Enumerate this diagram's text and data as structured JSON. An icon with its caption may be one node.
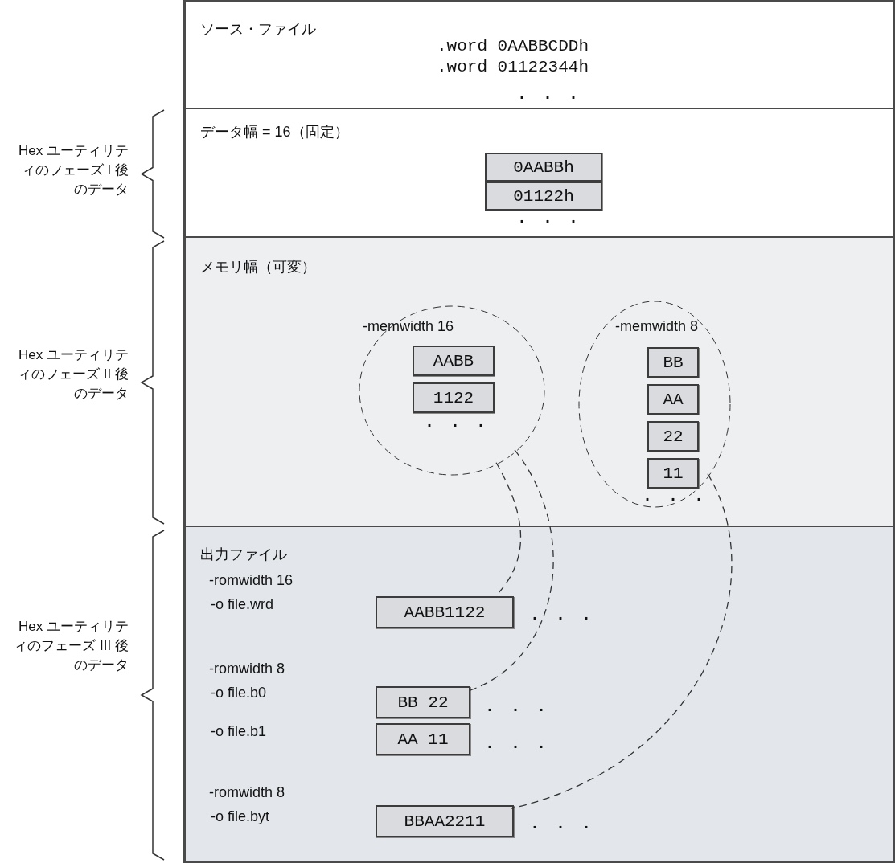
{
  "diagram": {
    "nodes": [
      {
        "text": [
          "ソース・ファイル",
          ".word 0AABBCDDh",
          ".word 01122344h",
          ". . ."
        ]
      },
      {
        "text": [
          "データ幅 = 16（固定）",
          ". . ."
        ]
      },
      {
        "text": [
          "0AABBh"
        ],
        "in": 1
      },
      {
        "text": [
          "01122h"
        ],
        "in": 1
      },
      {
        "text": [
          "メモリ幅（可変）"
        ]
      },
      {
        "text": [
          "-memwidth 16",
          ". . ."
        ],
        "in": 4
      },
      {
        "text": [
          "AABB"
        ],
        "in": 5
      },
      {
        "text": [
          "1122"
        ],
        "in": 5
      },
      {
        "text": [
          "-memwidth 8",
          ". . ."
        ],
        "in": 4
      },
      {
        "text": [
          "BB"
        ],
        "in": 8
      },
      {
        "text": [
          "AA"
        ],
        "in": 8
      },
      {
        "text": [
          "22"
        ],
        "in": 8
      },
      {
        "text": [
          "11"
        ],
        "in": 8
      },
      {
        "text": [
          "出力ファイル"
        ]
      },
      {
        "text": [
          "AABB1122"
        ],
        "in": 13,
        "beside": [
          ". . ."
        ]
      },
      {
        "text": [
          "BB 22"
        ],
        "in": 13,
        "beside": [
          ". . ."
        ]
      },
      {
        "text": [
          "AA 11"
        ],
        "in": 13,
        "beside": [
          ". . ."
        ]
      },
      {
        "text": [
          "BBAA2211"
        ],
        "in": 13,
        "beside": [
          ". . ."
        ]
      }
    ],
    "edges": [
      {
        "from": 5,
        "to": 14,
        "arrow": "none",
        "style": "dashed"
      },
      {
        "from": 5,
        "to": 15,
        "arrow": "none",
        "style": "dashed"
      },
      {
        "from": 8,
        "to": 17,
        "arrow": "none",
        "style": "dashed"
      }
    ],
    "labels": [
      "Hex ユーティリティのフェーズ I 後のデータ",
      "Hex ユーティリティのフェーズ II 後のデータ",
      "-romwidth 16",
      "-o file.wrd",
      "-romwidth 8",
      "-o file.b0",
      "-o file.b1",
      "Hex ユーティリティのフェーズ III 後のデータ",
      "-romwidth 8",
      "-o file.byt"
    ]
  }
}
